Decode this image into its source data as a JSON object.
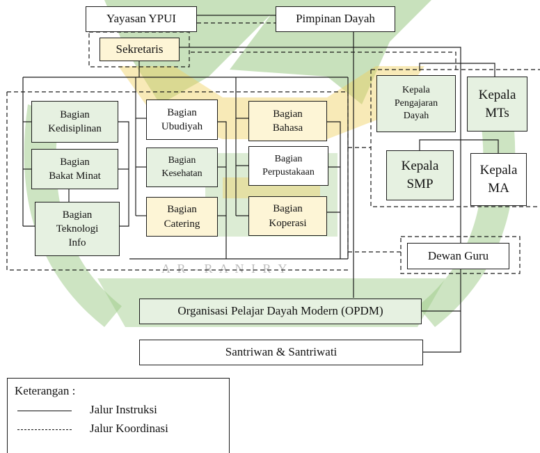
{
  "colors": {
    "line": "#1a1a1a",
    "watermark": "#9bc985",
    "watermark_gold": "#f0d060"
  },
  "nodes": {
    "yayasan": "Yayasan YPUI",
    "pimpinan": "Pimpinan Dayah",
    "sekretaris": "Sekretaris",
    "kedisiplinan": "Bagian\nKedisiplinan",
    "bakat": "Bagian\nBakat Minat",
    "teknologi": "Bagian\nTeknologi\nInfo",
    "ubudiyah": "Bagian\nUbudiyah",
    "kesehatan": "Bagian\nKesehatan",
    "catering": "Bagian\nCatering",
    "bahasa": "Bagian\nBahasa",
    "perpustakaan": "Bagian\nPerpustakaan",
    "koperasi": "Bagian\nKoperasi",
    "kepala_pengajaran": "Kepala\nPengajaran\nDayah",
    "kepala_mts": "Kepala\nMTs",
    "kepala_smp": "Kepala\nSMP",
    "kepala_ma": "Kepala\nMA",
    "dewan_guru": "Dewan Guru",
    "opdm": "Organisasi Pelajar Dayah Modern (OPDM)",
    "santri": "Santriwan & Santriwati"
  },
  "legend": {
    "title": "Keterangan :",
    "solid_label": "Jalur Instruksi",
    "dashed_label": "Jalur Koordinasi"
  },
  "watermark_text": "A R - R A N I R Y"
}
